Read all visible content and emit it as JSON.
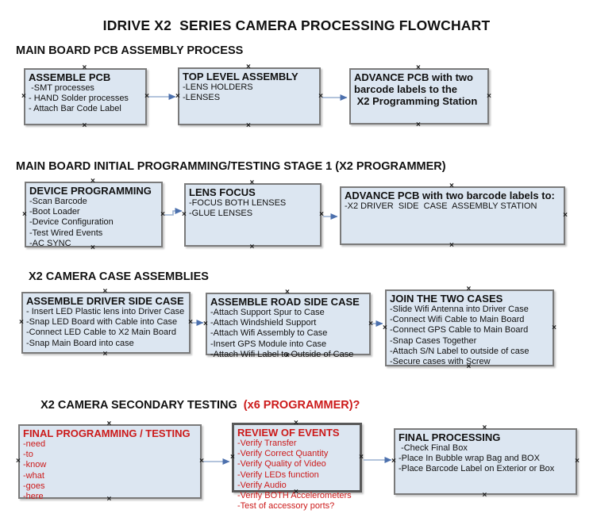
{
  "title": "IDRIVE X2  SERIES CAMERA PROCESSING FLOWCHART",
  "glyphs": {
    "handle": "×"
  },
  "colors": {
    "box_fill": "#dce6f1",
    "box_border": "#7a7a7a",
    "box_border_thick": "#595959",
    "arrow_line": "#9ab0d0",
    "arrow_head": "#4c70ad",
    "red_text": "#cc1a1a",
    "black_text": "#111111"
  },
  "sections": [
    {
      "heading": "MAIN BOARD PCB ASSEMBLY PROCESS",
      "boxes": [
        {
          "title": "ASSEMBLE PCB",
          "items": [
            " -SMT processes",
            "- HAND Solder processes",
            "- Attach Bar Code Label"
          ]
        },
        {
          "title": "TOP LEVEL ASSEMBLY",
          "items": [
            "-LENS HOLDERS",
            "-LENSES"
          ]
        },
        {
          "title": "ADVANCE PCB with two\nbarcode labels to the\n X2 Programming Station",
          "items": []
        }
      ]
    },
    {
      "heading": "MAIN BOARD INITIAL PROGRAMMING/TESTING STAGE 1 (X2 PROGRAMMER)",
      "boxes": [
        {
          "title": "DEVICE PROGRAMMING",
          "items": [
            "-Scan Barcode",
            "-Boot Loader",
            "-Device Configuration",
            "-Test Wired Events",
            "-AC SYNC"
          ]
        },
        {
          "title": "LENS FOCUS",
          "items": [
            "-FOCUS BOTH LENSES",
            "-GLUE LENSES"
          ]
        },
        {
          "title": "ADVANCE PCB with two barcode labels to:",
          "items": [
            "-X2 DRIVER  SIDE  CASE  ASSEMBLY STATION"
          ]
        }
      ]
    },
    {
      "heading": "X2 CAMERA CASE ASSEMBLIES",
      "boxes": [
        {
          "title": "ASSEMBLE DRIVER SIDE CASE",
          "items": [
            "- Insert LED Plastic lens into Driver Case",
            "-Snap LED Board with Cable into Case",
            "-Connect LED Cable to X2 Main Board",
            "-Snap Main Board into case"
          ]
        },
        {
          "title": "ASSEMBLE ROAD SIDE CASE",
          "items": [
            "-Attach Support Spur to Case",
            "-Attach Windshield Support",
            "-Attach Wifi Assembly to Case",
            "-Insert GPS Module into Case",
            "-Attach Wifi Label to Outside of Case"
          ]
        },
        {
          "title": "JOIN THE TWO CASES",
          "items": [
            "-Slide Wifi Antenna into Driver Case",
            "-Connect Wifi Cable to Main Board",
            "-Connect GPS Cable to Main Board",
            "-Snap Cases Together",
            "-Attach S/N Label to outside of case",
            "-Secure cases with Screw"
          ]
        }
      ]
    },
    {
      "heading": "X2 CAMERA SECONDARY TESTING  ",
      "heading_red": "(x6 PROGRAMMER)?",
      "boxes": [
        {
          "title": "FINAL PROGRAMMING / TESTING",
          "items": [
            "-need",
            "-to",
            "-know",
            "-what",
            "-goes",
            "-here"
          ]
        },
        {
          "title": "REVIEW OF EVENTS",
          "items": [
            "-Verify Transfer",
            "-Verify Correct Quantity",
            "-Verify Quality of Video",
            "-Verify LEDs function",
            "-Verify Audio",
            "-Verify BOTH Accelerometers",
            "-Test of accessory ports?"
          ]
        },
        {
          "title": "FINAL PROCESSING",
          "items": [
            " -Check Final Box",
            "-Place In Bubble wrap Bag and BOX",
            "-Place Barcode Label on Exterior or Box"
          ]
        }
      ]
    }
  ]
}
